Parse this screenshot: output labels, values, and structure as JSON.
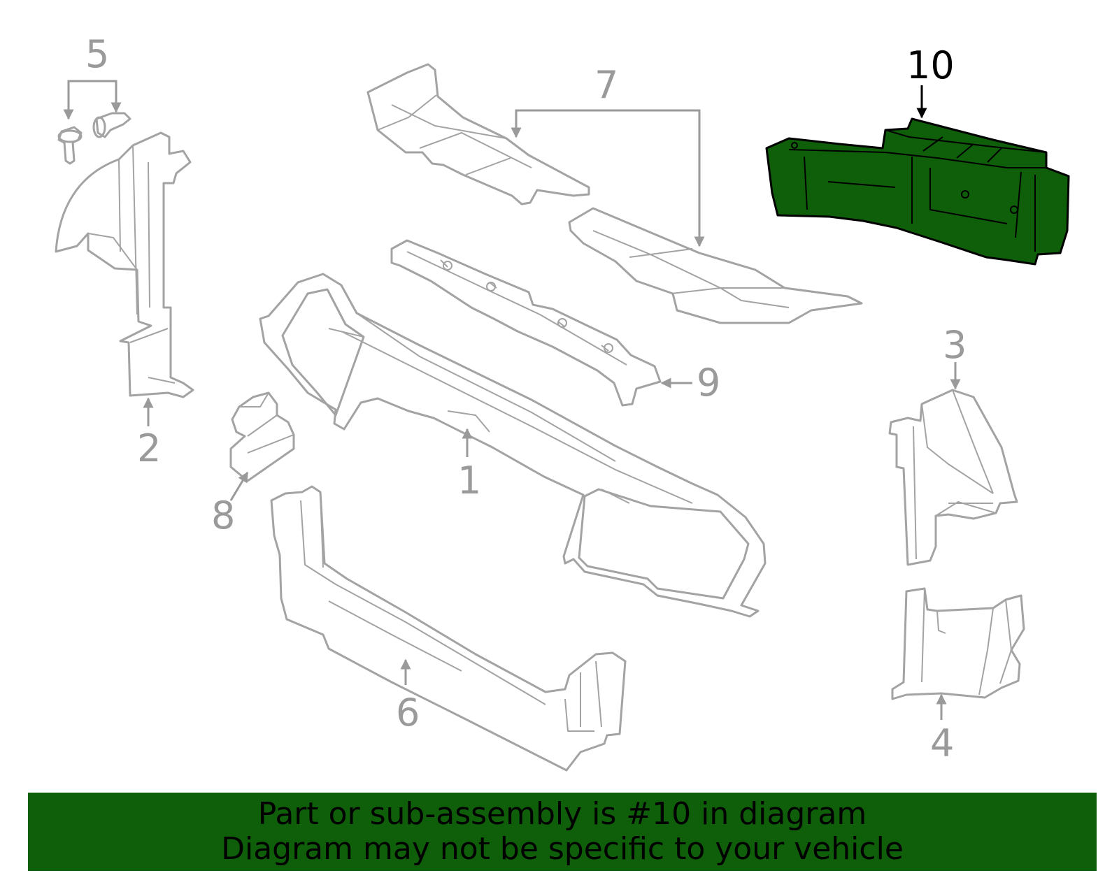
{
  "callouts": {
    "c1": "1",
    "c2": "2",
    "c3": "3",
    "c4": "4",
    "c5": "5",
    "c6": "6",
    "c7": "7",
    "c8": "8",
    "c9": "9",
    "c10": "10"
  },
  "highlighted_part": "10",
  "banner": {
    "line1": "Part or sub-assembly is #10 in diagram",
    "line2": "Diagram may not be specific to your vehicle"
  },
  "colors": {
    "highlight": "#0f5e0a",
    "outline": "#a3a3a3",
    "label": "#9a9a9a"
  }
}
